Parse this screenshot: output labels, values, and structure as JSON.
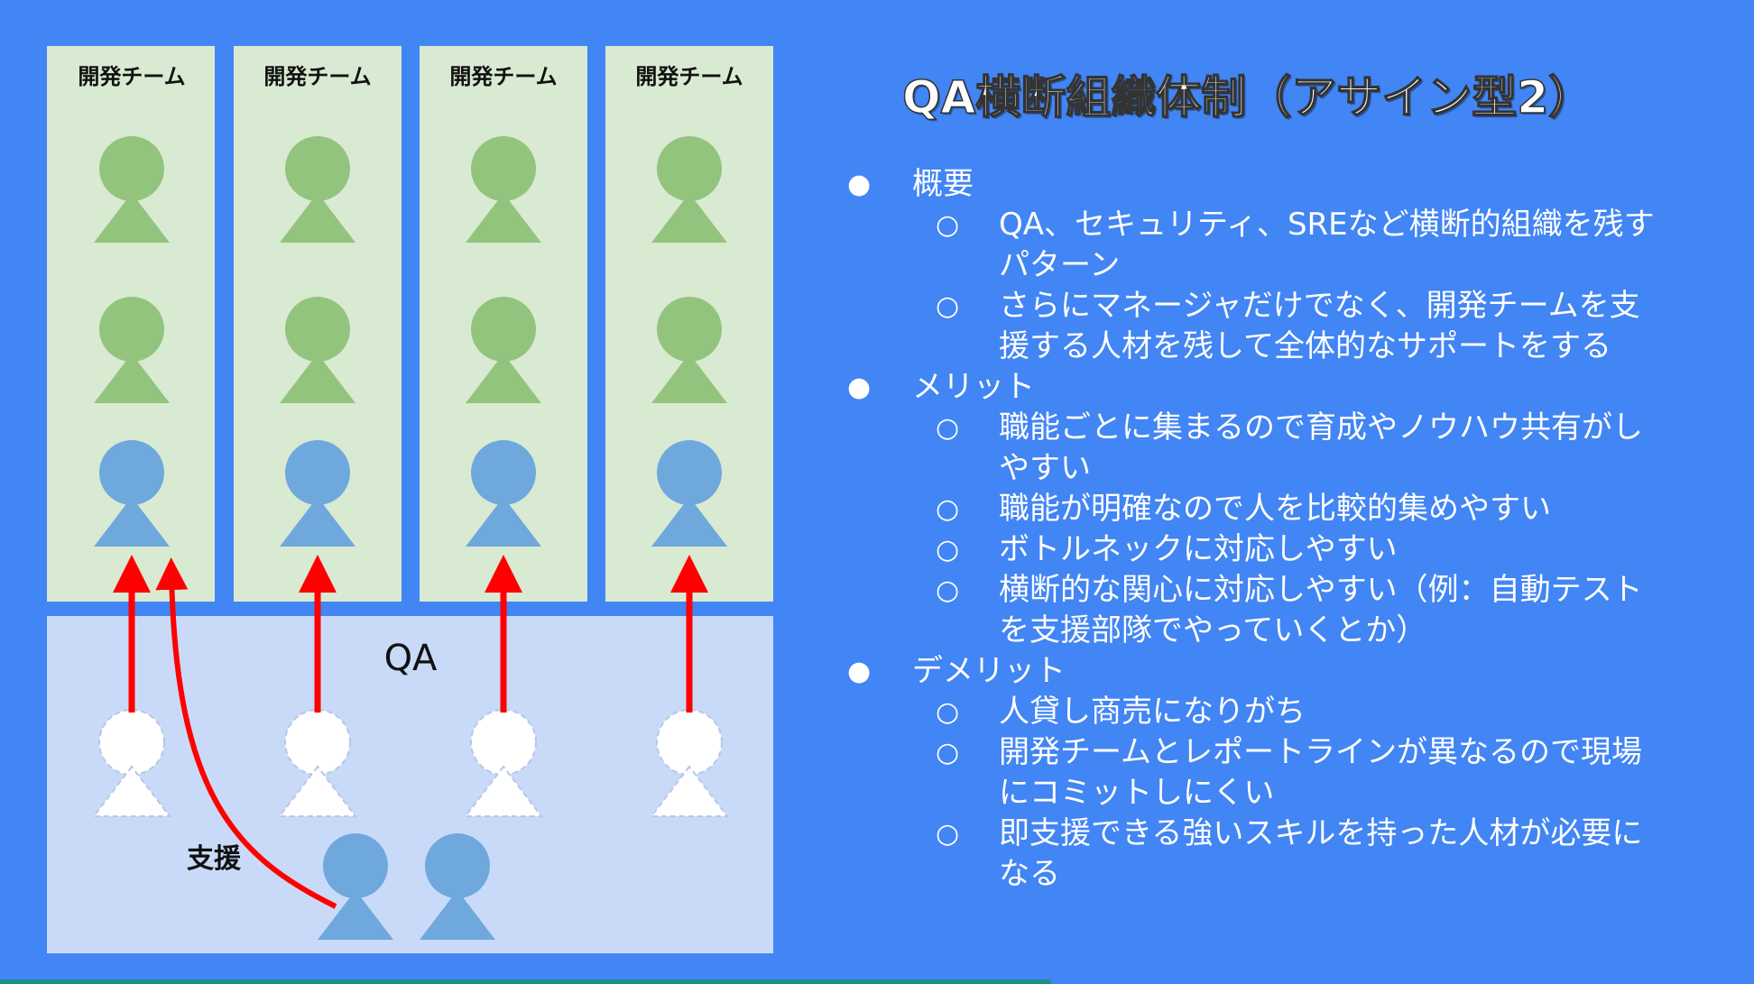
{
  "slide": {
    "title": "QA横断組織体制（アサイン型2）",
    "bullets": [
      {
        "label": "概要",
        "subs": [
          "QA、セキュリティ、SREなど横断的組織を残すパターン",
          "さらにマネージャだけでなく、開発チームを支援する人材を残して全体的なサポートをする"
        ]
      },
      {
        "label": "メリット",
        "subs": [
          "職能ごとに集まるので育成やノウハウ共有がしやすい",
          "職能が明確なので人を比較的集めやすい",
          "ボトルネックに対応しやすい",
          "横断的な関心に対応しやすい（例：自動テストを支援部隊でやっていくとか）"
        ]
      },
      {
        "label": "デメリット",
        "subs": [
          "人貸し商売になりがち",
          "開発チームとレポートラインが異なるので現場にコミットしにくい",
          "即支援できる強いスキルを持った人材が必要になる"
        ]
      }
    ]
  },
  "diagram": {
    "team_label": "開発チーム",
    "team_count": 4,
    "qa_label": "QA",
    "support_label": "支援",
    "colors": {
      "team_bg": "#d9ead3",
      "qa_bg": "#c9daf8",
      "dev_member": "#93c47d",
      "qa_member": "#6fa8dc",
      "arrow": "#ff0000"
    }
  }
}
